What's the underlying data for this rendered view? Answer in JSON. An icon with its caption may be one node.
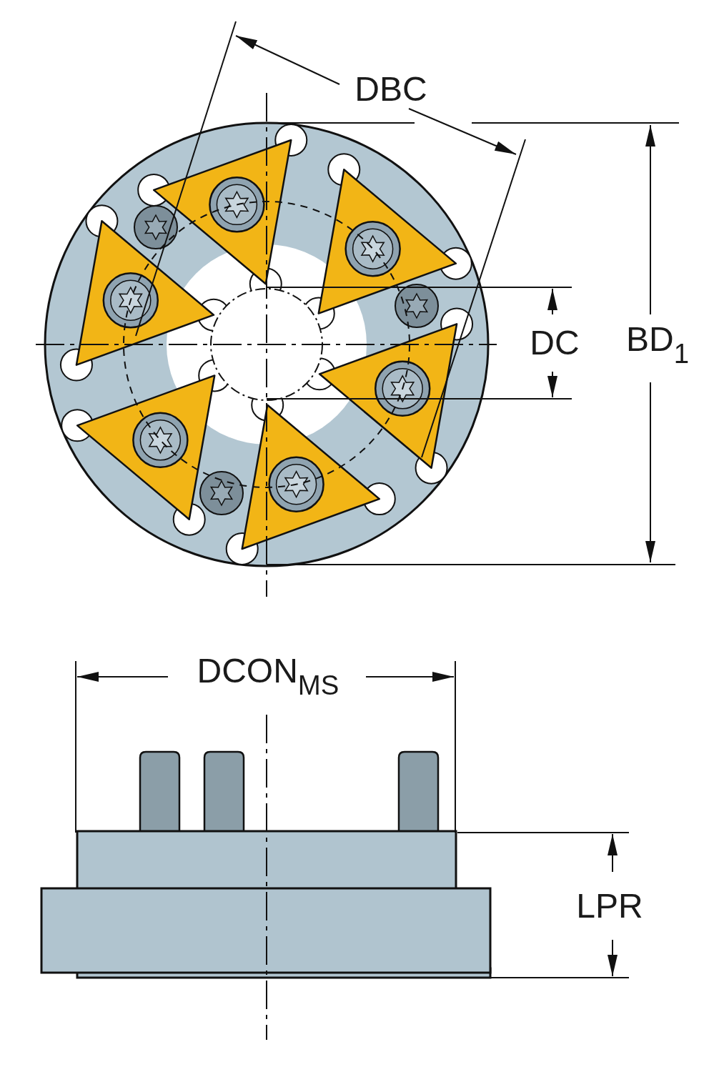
{
  "diagram": {
    "labels": [
      "DBC",
      "DC",
      "BD$_{1}$",
      "DCON$_{MS}$",
      "LPR"
    ]
  }
}
